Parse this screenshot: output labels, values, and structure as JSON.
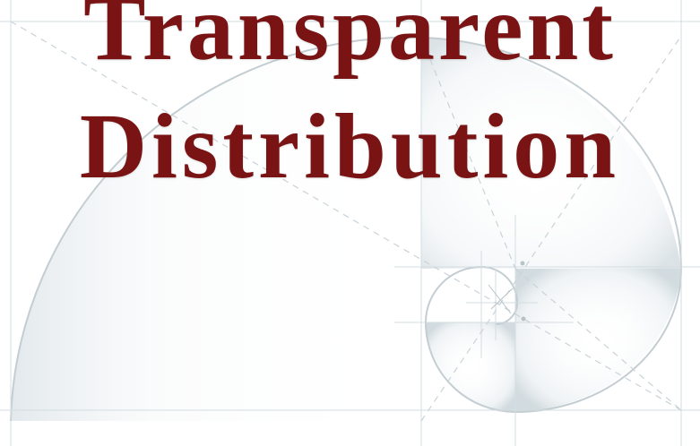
{
  "title": {
    "line1": "Transparent",
    "line2": "Distribution"
  },
  "colors": {
    "title": "#7a1414",
    "background": "#ffffff",
    "grid_lines": "#d3dde2",
    "spiral_shade": "#e6ecef"
  },
  "artwork": {
    "subject": "golden-ratio spiral sketch with construction grid"
  }
}
